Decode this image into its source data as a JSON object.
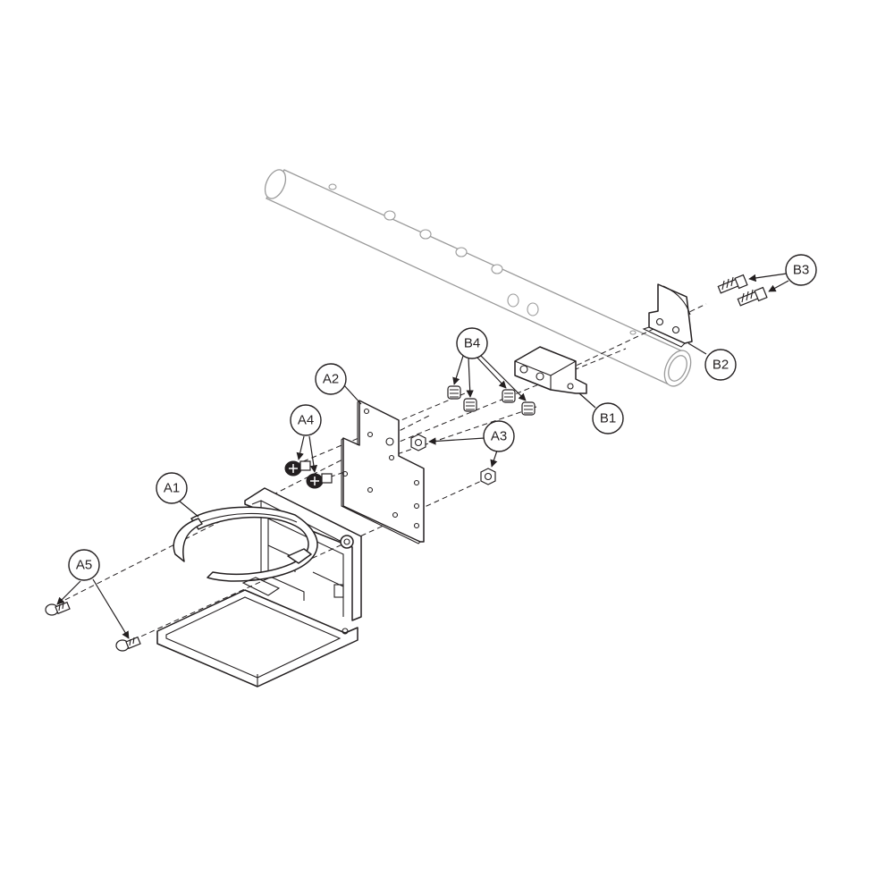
{
  "callouts": {
    "a1": "A1",
    "a2": "A2",
    "a3": "A3",
    "a4": "A4",
    "a5": "A5",
    "b1": "B1",
    "b2": "B2",
    "b3": "B3",
    "b4": "B4"
  },
  "colors": {
    "line": "#231f20",
    "tube": "#9a9a9a",
    "background": "#ffffff"
  }
}
